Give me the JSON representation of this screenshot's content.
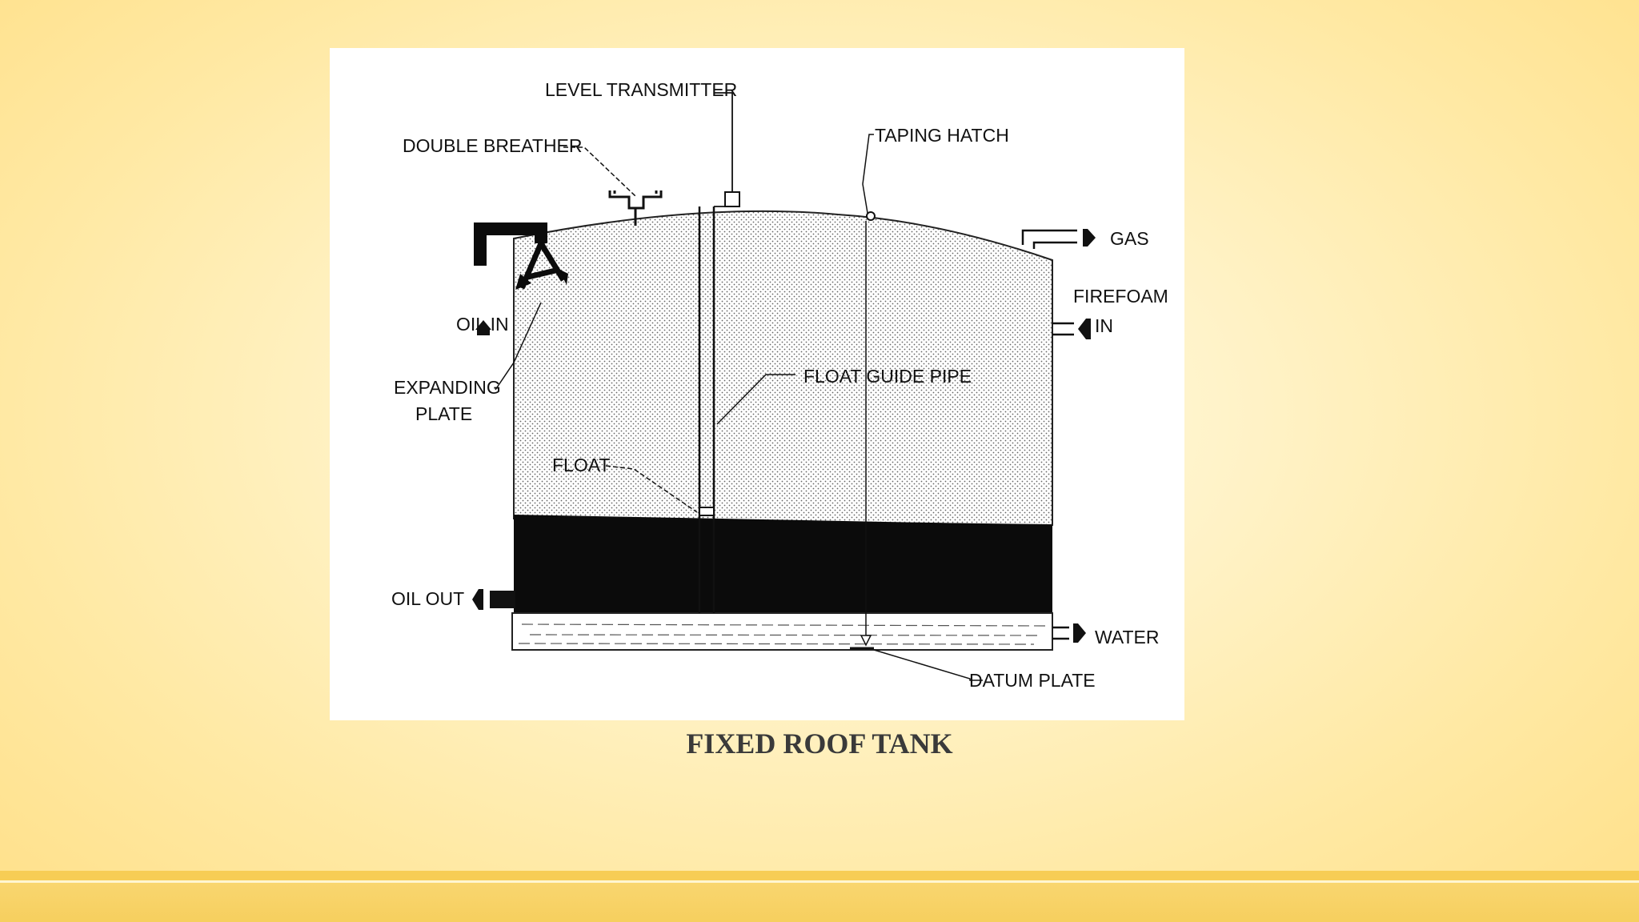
{
  "slide": {
    "caption": "FIXED ROOF TANK"
  },
  "diagram": {
    "labels": {
      "level_transmitter": "LEVEL TRANSMITTER",
      "double_breather": "DOUBLE BREATHER",
      "taping_hatch": "TAPING HATCH",
      "gas": "GAS",
      "firefoam": "FIREFOAM",
      "firefoam_in": "IN",
      "oil_in": "OIL IN",
      "expanding": "EXPANDING",
      "plate": "PLATE",
      "float_guide_pipe": "FLOAT GUIDE PIPE",
      "float": "FLOAT",
      "oil_out": "OIL OUT",
      "water": "WATER",
      "datum_plate": "DATUM PLATE"
    }
  }
}
